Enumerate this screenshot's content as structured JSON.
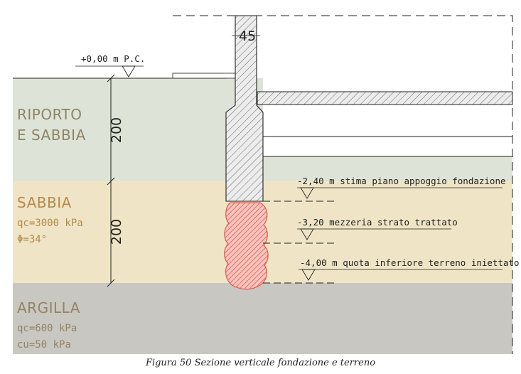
{
  "reference_level": {
    "text": "+0,00 m  P.C."
  },
  "wall_thickness": "45",
  "layers": [
    {
      "lines": [
        "RIPORTO",
        "E SABBIA"
      ],
      "props": [],
      "fill": "#dde3d6",
      "text_color": "#8f8467",
      "thickness": "200"
    },
    {
      "lines": [
        "SABBIA"
      ],
      "props": [
        "qc=3000 kPa",
        "Φ=34°"
      ],
      "fill": "#efe5c6",
      "text_color": "#b5894a",
      "thickness": "200"
    },
    {
      "lines": [
        "ARGILLA"
      ],
      "props": [
        "qc=600 kPa",
        "cu=50 kPa"
      ],
      "fill": "#c9c7c1",
      "text_color": "#928466",
      "thickness": ""
    }
  ],
  "levels": [
    {
      "text": "-2,40 m stima piano appoggio fondazione"
    },
    {
      "text": "-3,20 mezzeria strato trattato"
    },
    {
      "text": "-4,00 m quota inferiore terreno iniettato"
    }
  ],
  "colors": {
    "treated_soil": "#e8534a",
    "concrete_hatch": "#555555",
    "line": "#222222"
  },
  "caption": "Figura 50 Sezione verticale fondazione e terreno"
}
